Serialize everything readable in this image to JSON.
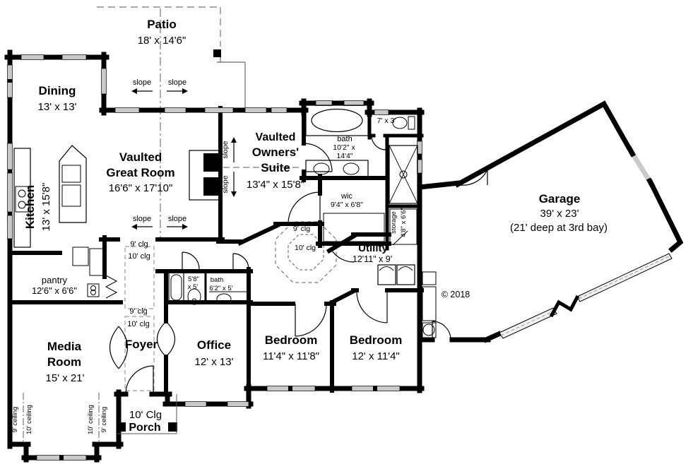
{
  "copyright": "© 2018",
  "rooms": {
    "patio": {
      "name": "Patio",
      "dims": "18' x 14'6\""
    },
    "dining": {
      "name": "Dining",
      "dims": "13' x 13'"
    },
    "kitchen": {
      "name": "Kitchen",
      "dims": "13' x 15'8\""
    },
    "great_room": {
      "line1": "Vaulted",
      "line2": "Great Room",
      "dims": "16'6\" x 17'10\""
    },
    "owners_suite": {
      "line1": "Vaulted",
      "line2": "Owners'",
      "line3": "Suite",
      "dims": "13'4\" x 15'8\""
    },
    "master_bath": {
      "name": "bath",
      "dims_line1": "10'2\" x",
      "dims_line2": "14'4\""
    },
    "toilet_room": {
      "dims": "7' x 3'"
    },
    "wic": {
      "name": "wic",
      "dims": "9'4\" x 6'8\""
    },
    "storage": {
      "name": "storage",
      "dims": "4'8\" x 6'6\""
    },
    "utility": {
      "name": "Utility",
      "dims": "12'11\" x 9'"
    },
    "garage": {
      "name": "Garage",
      "dims": "39' x 23'",
      "note": "(21' deep at 3rd bay)"
    },
    "pantry": {
      "name": "pantry",
      "dims": "12'6\" x 6'6\""
    },
    "media_room": {
      "line1": "Media",
      "line2": "Room",
      "dims": "15' x 21'"
    },
    "foyer": {
      "name": "Foyer"
    },
    "office": {
      "name": "Office",
      "dims": "12' x 13'"
    },
    "hall_bath": {
      "dims_line1": "5'8\"",
      "dims_line2": "x 5'",
      "name": "bath",
      "dims2": "6'2\" x 5'"
    },
    "bedroom1": {
      "name": "Bedroom",
      "dims": "11'4\" x 11'8\""
    },
    "bedroom2": {
      "name": "Bedroom",
      "dims": "12' x 11'4\""
    },
    "porch": {
      "clg": "10' Clg",
      "name": "Porch"
    }
  },
  "annotations": {
    "slope": "slope",
    "clg9": "9' clg",
    "clg10": "10' clg",
    "ceiling9": "9' ceiling",
    "ceiling10": "10' ceiling"
  }
}
